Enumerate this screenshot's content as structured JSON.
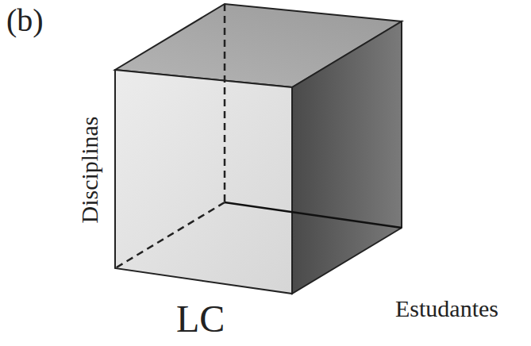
{
  "diagram": {
    "labels": [
      "(b)",
      "Disciplinas",
      "LC",
      "Estudantes"
    ]
  }
}
